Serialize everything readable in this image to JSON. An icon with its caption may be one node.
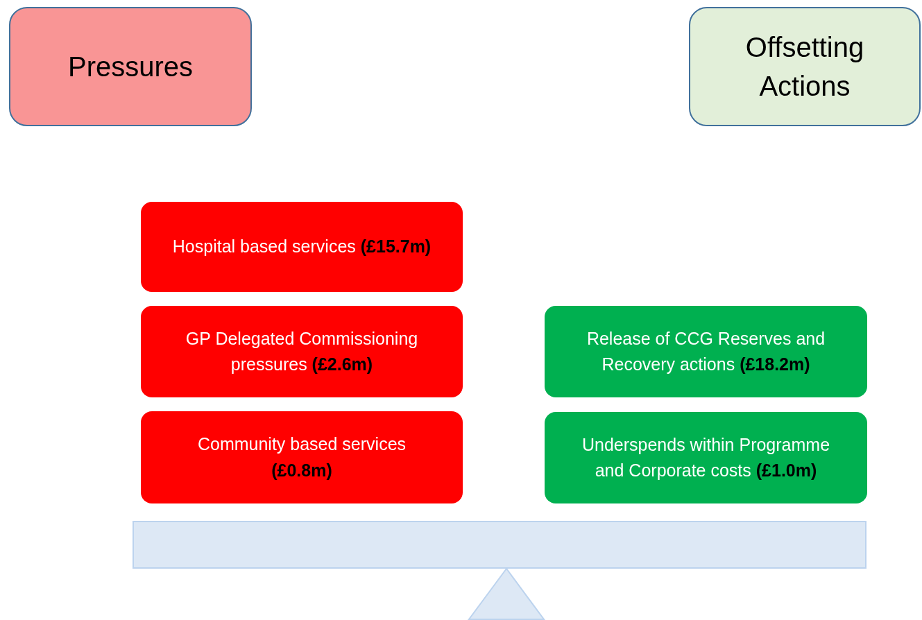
{
  "diagram": {
    "nodes": [
      {
        "text": [
          "Pressures"
        ]
      },
      {
        "text": [
          "Offsetting Actions"
        ]
      },
      {
        "text": [
          "Hospital based services **(£15.7m)**"
        ]
      },
      {
        "text": [
          "GP Delegated Commissioning pressures **(£2.6m)**"
        ]
      },
      {
        "text": [
          "Community based services **(£0.8m)**"
        ]
      },
      {
        "text": [
          "Release of CCG Reserves and Recovery actions **(£18.2m)**"
        ]
      },
      {
        "text": [
          "Underspends within Programme and Corporate costs **(£1.0m)**"
        ]
      }
    ]
  }
}
